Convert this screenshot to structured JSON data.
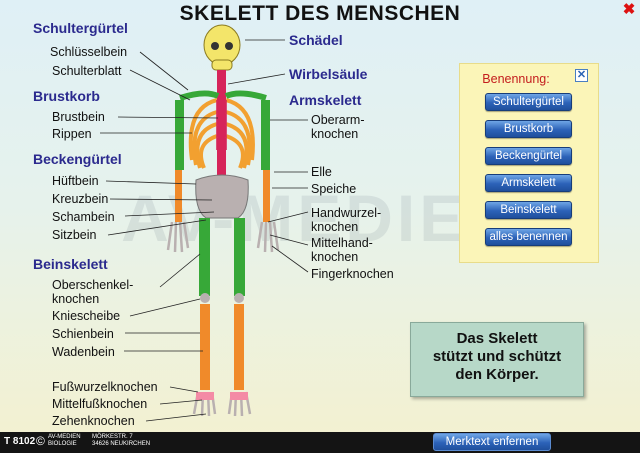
{
  "title": "SKELETT DES MENSCHEN",
  "watermark": "AV-MEDIEN",
  "close_glyph": "✖",
  "categories": {
    "schultergurtel": "Schultergürtel",
    "brustkorb": "Brustkorb",
    "beckengurtel": "Beckengürtel",
    "beinskelett": "Beinskelett",
    "schadel": "Schädel",
    "wirbelsaule": "Wirbelsäule",
    "armskelett": "Armskelett"
  },
  "labels": {
    "schlusselbein": "Schlüsselbein",
    "schulterblatt": "Schulterblatt",
    "brustbein": "Brustbein",
    "rippen": "Rippen",
    "huftbein": "Hüftbein",
    "kreuzbein": "Kreuzbein",
    "schambein": "Schambein",
    "sitzbein": "Sitzbein",
    "oberschenkel_1": "Oberschenkel-",
    "oberschenkel_2": "knochen",
    "kniescheibe": "Kniescheibe",
    "schienbein": "Schienbein",
    "wadenbein": "Wadenbein",
    "fusswurzel": "Fußwurzelknochen",
    "mittelfuss": "Mittelfußknochen",
    "zehen": "Zehenknochen",
    "oberarm_1": "Oberarm-",
    "oberarm_2": "knochen",
    "elle": "Elle",
    "speiche": "Speiche",
    "handwurzel_1": "Handwurzel-",
    "handwurzel_2": "knochen",
    "mittelhand_1": "Mittelhand-",
    "mittelhand_2": "knochen",
    "finger": "Fingerknochen"
  },
  "panel": {
    "title": "Benennung:",
    "close_glyph": "✕",
    "buttons": [
      "Schultergürtel",
      "Brustkorb",
      "Beckengürtel",
      "Armskelett",
      "Beinskelett",
      "alles benennen"
    ]
  },
  "info": {
    "line1": "Das Skelett",
    "line2": "stützt und schützt",
    "line3": "den Körper."
  },
  "footer": {
    "code": "T 8102",
    "copyright": "©",
    "publisher_1": "AV-MEDIEN",
    "publisher_2": "BIOLOGIE",
    "address_1": "MÖRKESTR. 7",
    "address_2": "34626 NEUKIRCHEN",
    "button": "Merktext enfernen"
  },
  "colors": {
    "skull": "#f3e56a",
    "spine": "#d6245a",
    "ribs": "#f2a030",
    "shoulder": "#37a838",
    "pelvis": "#b9b0b0",
    "bone": "#f08a2a",
    "category": "#2b2a8e"
  }
}
